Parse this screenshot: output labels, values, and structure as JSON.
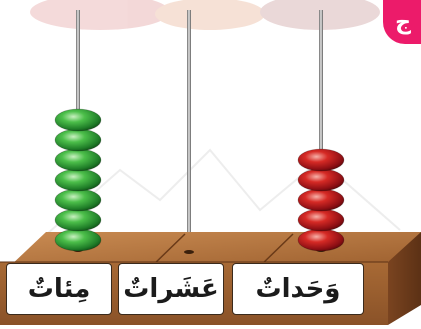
{
  "badge": {
    "text": "ج",
    "color": "#ec1b6a"
  },
  "abacus": {
    "rods": [
      {
        "name": "hundreds",
        "label": "مِئاتٌ",
        "beads": 7,
        "bead_color": "green"
      },
      {
        "name": "tens",
        "label": "عَشَراتٌ",
        "beads": 0,
        "bead_color": "none"
      },
      {
        "name": "units",
        "label": "وَحَداتٌ",
        "beads": 5,
        "bead_color": "red"
      }
    ]
  },
  "colors": {
    "green_bead": "#2e9b3a",
    "red_bead": "#b3141d",
    "wood_light": "#b0733d",
    "wood_dark": "#7a4420"
  }
}
